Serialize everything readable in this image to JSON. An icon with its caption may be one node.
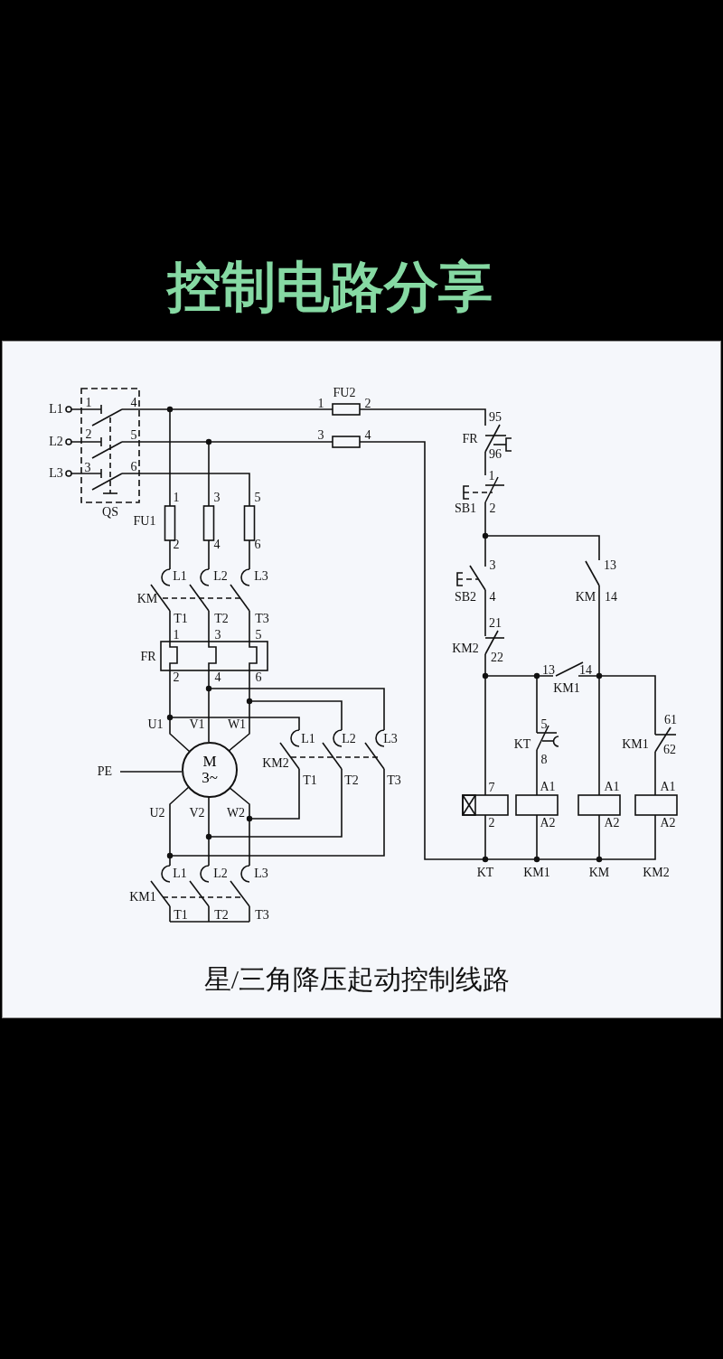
{
  "diagram": {
    "title": "控制电路分享",
    "caption": "星/三角降压起动控制线路",
    "nodes": [
      {
        "text": [
          "M",
          "3~"
        ]
      }
    ],
    "edges": [],
    "labels": [
      "L1",
      "1",
      "4",
      "FU2",
      "1",
      "2",
      "95",
      "L2",
      "2",
      "5",
      "3",
      "4",
      "FR",
      "96",
      "L3",
      "3",
      "6",
      "1",
      "1",
      "3",
      "5",
      "SB1",
      "2",
      "QS",
      "FU1",
      "2",
      "4",
      "6",
      "3",
      "13",
      "L1",
      "L2",
      "L3",
      "KM",
      "SB2",
      "4",
      "KM",
      "14",
      "T1",
      "T2",
      "T3",
      "21",
      "1",
      "3",
      "5",
      "FR",
      "KM2",
      "22",
      "13",
      "14",
      "2",
      "4",
      "6",
      "KM1",
      "U1",
      "V1",
      "W1",
      "5",
      "61",
      "L1",
      "L2",
      "L3",
      "KT",
      "KM1",
      "62",
      "8",
      "KM2",
      "PE",
      "T1",
      "T2",
      "T3",
      "7",
      "A1",
      "A1",
      "A1",
      "U2",
      "V2",
      "W2",
      "2",
      "A2",
      "A2",
      "A2",
      "L1",
      "L2",
      "L3",
      "KT",
      "KM1",
      "KM",
      "KM2",
      "KM1",
      "T1",
      "T2",
      "T3"
    ]
  }
}
